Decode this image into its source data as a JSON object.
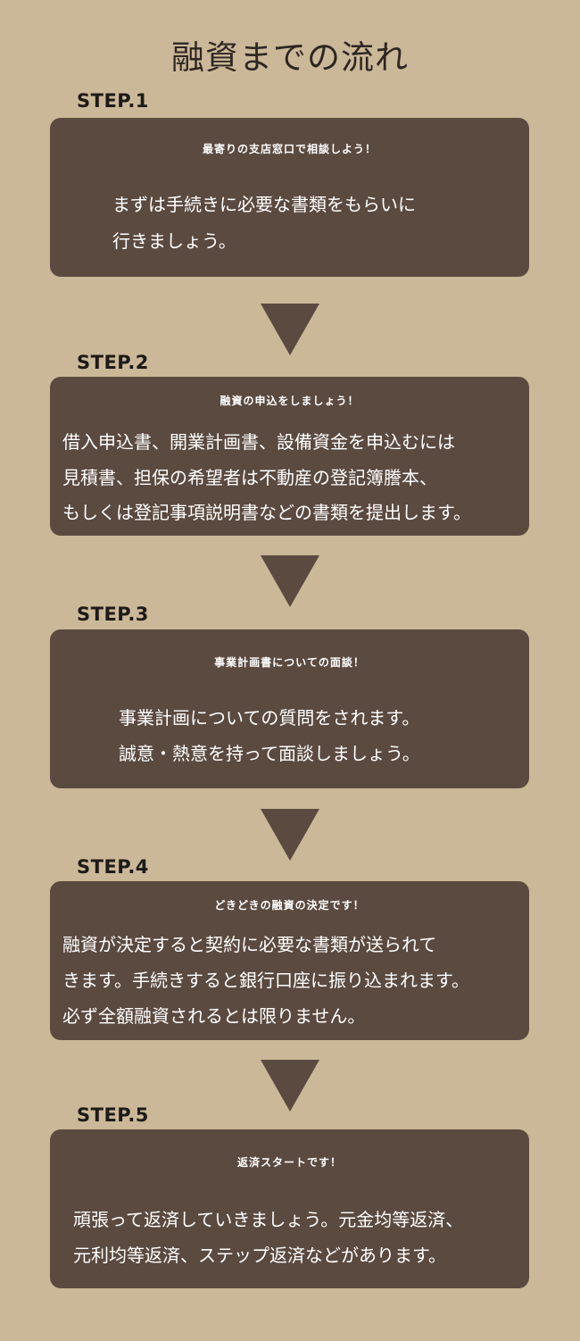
{
  "title": "融資までの流れ",
  "steps": [
    {
      "label": "STEP.1",
      "heading": "最寄りの支店窓口で相談しよう！",
      "lines": [
        "まずは手続きに必要な書類をもらいに",
        "行きましょう。"
      ]
    },
    {
      "label": "STEP.2",
      "heading": "融資の申込をしましょう！",
      "lines": [
        "借入申込書、開業計画書、設備資金を申込むには",
        "見積書、担保の希望者は不動産の登記簿謄本、",
        "もしくは登記事項説明書などの書類を提出します。"
      ]
    },
    {
      "label": "STEP.3",
      "heading": "事業計画書についての面談！",
      "lines": [
        "事業計画についての質問をされます。",
        "誠意・熱意を持って面談しましょう。"
      ]
    },
    {
      "label": "STEP.4",
      "heading": "どきどきの融資の決定です！",
      "lines": [
        "融資が決定すると契約に必要な書類が送られて",
        "きます。手続きすると銀行口座に振り込まれます。",
        "必ず全額融資されるとは限りません。"
      ]
    },
    {
      "label": "STEP.5",
      "heading": "返済スタートです！",
      "lines": [
        "頑張って返済していきましょう。元金均等返済、",
        "元利均等返済、ステップ返済などがあります。"
      ]
    }
  ],
  "colors": {
    "background": "#cbb898",
    "box": "#5b4a40",
    "box_text": "#ffffff",
    "label_text": "#1e1a18"
  }
}
